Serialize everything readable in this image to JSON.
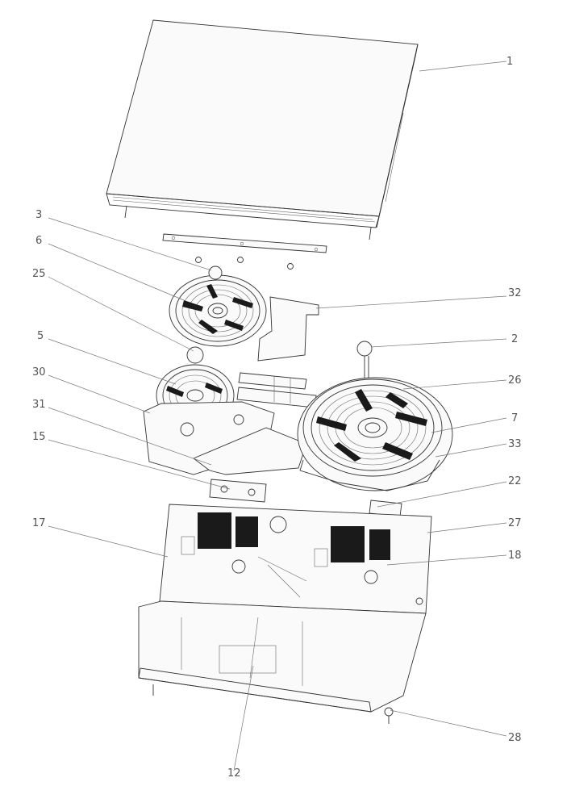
{
  "callouts": [
    {
      "id": "c1",
      "text": "1"
    },
    {
      "id": "c3",
      "text": "3"
    },
    {
      "id": "c6",
      "text": "6"
    },
    {
      "id": "c25",
      "text": "25"
    },
    {
      "id": "c32",
      "text": "32"
    },
    {
      "id": "c5",
      "text": "5"
    },
    {
      "id": "c2",
      "text": "2"
    },
    {
      "id": "c30",
      "text": "30"
    },
    {
      "id": "c26",
      "text": "26"
    },
    {
      "id": "c31",
      "text": "31"
    },
    {
      "id": "c7",
      "text": "7"
    },
    {
      "id": "c15",
      "text": "15"
    },
    {
      "id": "c33",
      "text": "33"
    },
    {
      "id": "c22",
      "text": "22"
    },
    {
      "id": "c17",
      "text": "17"
    },
    {
      "id": "c27",
      "text": "27"
    },
    {
      "id": "c18",
      "text": "18"
    },
    {
      "id": "c28",
      "text": "28"
    },
    {
      "id": "c12",
      "text": "12"
    }
  ]
}
